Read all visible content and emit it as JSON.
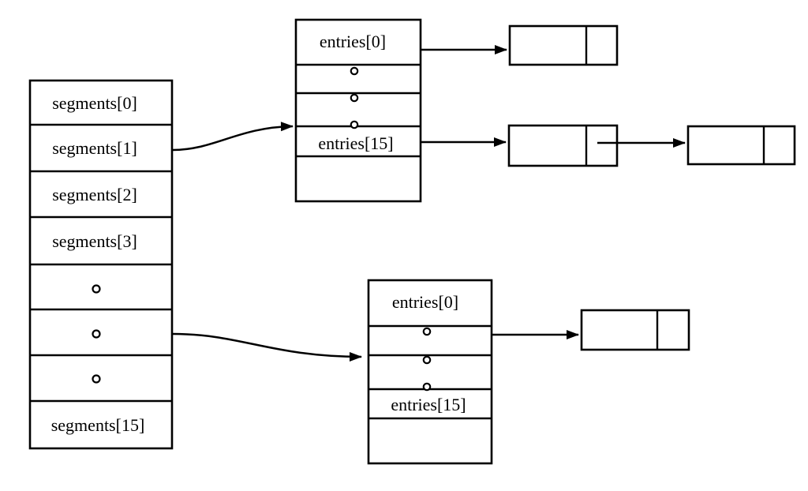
{
  "colors": {
    "background": "#ffffff",
    "line": "#000000",
    "text": "#000000"
  },
  "segments_table": {
    "ellipsis_dot_count": 3,
    "rows": [
      {
        "label": "segments[0]"
      },
      {
        "label": "segments[1]"
      },
      {
        "label": "segments[2]"
      },
      {
        "label": "segments[3]"
      },
      {
        "label": ""
      },
      {
        "label": ""
      },
      {
        "label": ""
      },
      {
        "label": "segments[15]"
      }
    ]
  },
  "top_entries_table": {
    "ellipsis_dot_count": 3,
    "rows": [
      {
        "label": "entries[0]"
      },
      {
        "label": ""
      },
      {
        "label": ""
      },
      {
        "label": "entries[15]"
      },
      {
        "label": ""
      }
    ]
  },
  "bottom_entries_table": {
    "ellipsis_dot_count": 3,
    "rows": [
      {
        "label": "entries[0]"
      },
      {
        "label": ""
      },
      {
        "label": ""
      },
      {
        "label": "entries[15]"
      },
      {
        "label": ""
      }
    ]
  }
}
